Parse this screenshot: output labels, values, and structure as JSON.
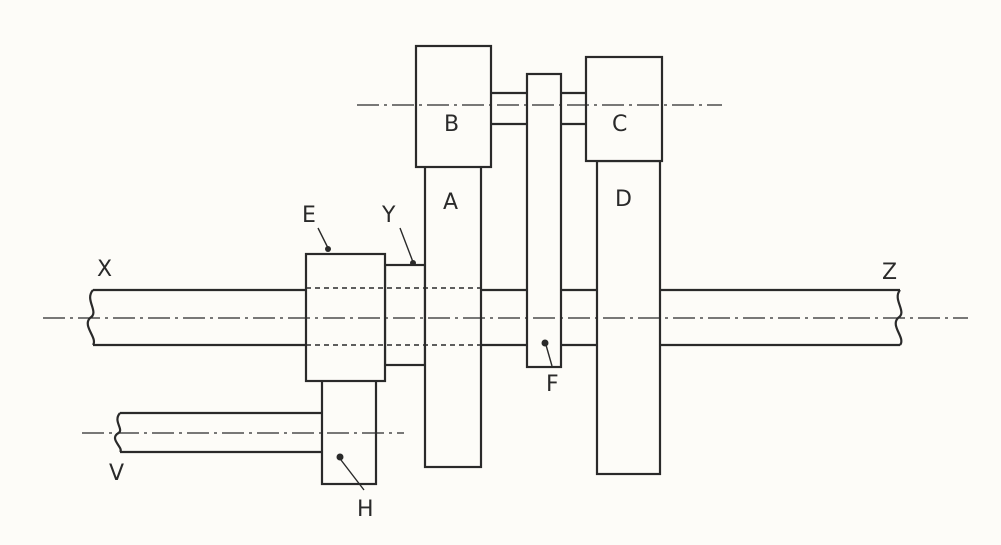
{
  "labels": {
    "A": "A",
    "B": "B",
    "C": "C",
    "D": "D",
    "E": "E",
    "F": "F",
    "H": "H",
    "V": "V",
    "X": "X",
    "Y": "Y",
    "Z": "Z"
  }
}
